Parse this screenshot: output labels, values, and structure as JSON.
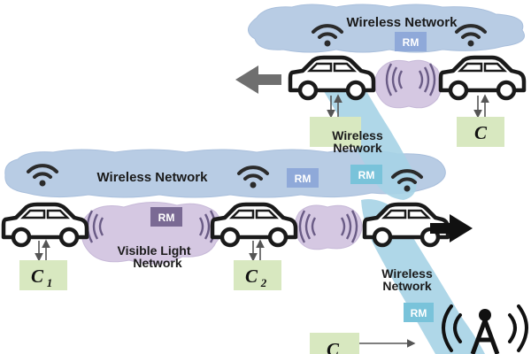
{
  "top_cloud": {
    "label": "Wireless Network",
    "rm": "RM"
  },
  "mid_cloud": {
    "label": "Wireless Network",
    "rm1": "RM",
    "rm2": "RM"
  },
  "vlc_cloud": {
    "line1": "Visible Light",
    "line2": "Network",
    "rm": "RM"
  },
  "diag_link_upper": {
    "line1": "Wireless",
    "line2": "Network"
  },
  "diag_link_lower": {
    "line1": "Wireless",
    "line2": "Network",
    "rm": "RM"
  },
  "controllers": {
    "c_top": "C",
    "c1_main": "C",
    "c1_sub": "1",
    "c2_main": "C",
    "c2_sub": "2",
    "c_bottom": "C"
  },
  "colors": {
    "wireless_cloud": "#b8cce4",
    "vlc_cloud": "#d5c8e2",
    "diag_link": "#a6d3e6",
    "controller_box": "#d8e8c0",
    "rm_blue": "#8fa9d9",
    "rm_purple": "#7a6a94",
    "rm_cyan": "#79c3da"
  }
}
